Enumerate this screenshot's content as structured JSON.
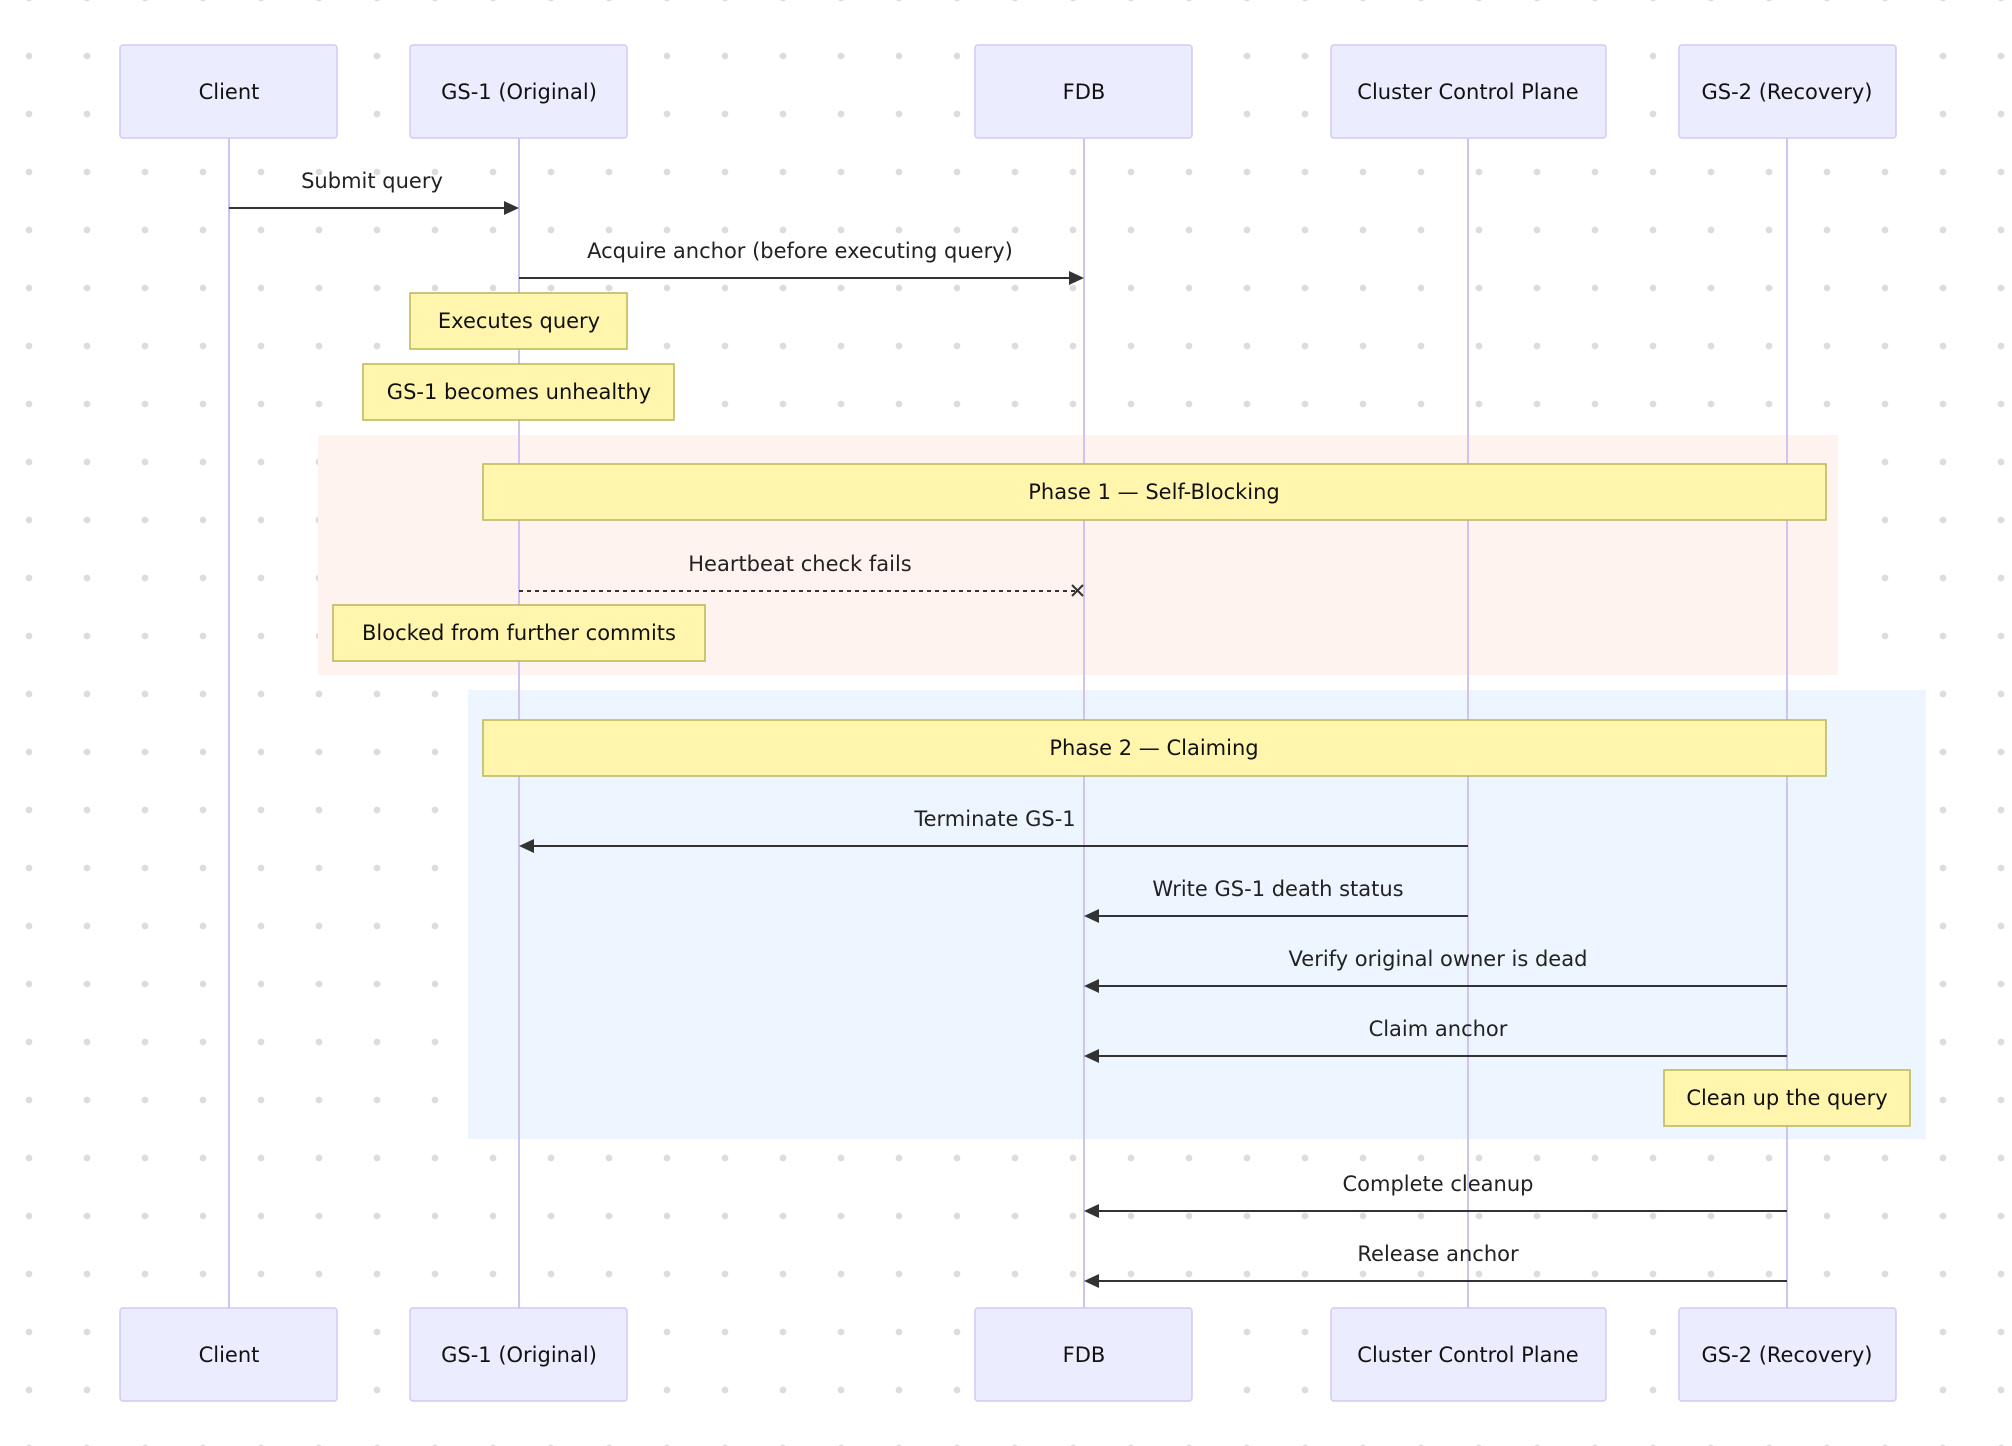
{
  "actors": [
    {
      "id": "client",
      "label": "Client"
    },
    {
      "id": "gs1",
      "label": "GS-1 (Original)"
    },
    {
      "id": "fdb",
      "label": "FDB"
    },
    {
      "id": "ccp",
      "label": "Cluster Control Plane"
    },
    {
      "id": "gs2",
      "label": "GS-2 (Recovery)"
    }
  ],
  "regions": [
    {
      "id": "phase1",
      "color": "#fff3ef",
      "title": "Phase 1 — Self-Blocking"
    },
    {
      "id": "phase2",
      "color": "#edf6fe",
      "title": "Phase 2 — Claiming"
    }
  ],
  "events": [
    {
      "kind": "message",
      "from": "client",
      "to": "gs1",
      "label": "Submit query",
      "style": "solid"
    },
    {
      "kind": "message",
      "from": "gs1",
      "to": "fdb",
      "label": "Acquire anchor (before executing query)",
      "style": "solid"
    },
    {
      "kind": "note",
      "over": "gs1",
      "label": "Executes query"
    },
    {
      "kind": "note",
      "over": "gs1",
      "label": "GS-1 becomes unhealthy"
    },
    {
      "kind": "message",
      "from": "gs1",
      "to": "fdb",
      "label": "Heartbeat check fails",
      "style": "dashed-cross"
    },
    {
      "kind": "note",
      "over": "gs1",
      "label": "Blocked from further commits"
    },
    {
      "kind": "message",
      "from": "ccp",
      "to": "gs1",
      "label": "Terminate GS-1",
      "style": "solid"
    },
    {
      "kind": "message",
      "from": "ccp",
      "to": "fdb",
      "label": "Write GS-1 death status",
      "style": "solid"
    },
    {
      "kind": "message",
      "from": "gs2",
      "to": "fdb",
      "label": "Verify original owner is dead",
      "style": "solid"
    },
    {
      "kind": "message",
      "from": "gs2",
      "to": "fdb",
      "label": "Claim anchor",
      "style": "solid"
    },
    {
      "kind": "note",
      "over": "gs2",
      "label": "Clean up the query"
    },
    {
      "kind": "message",
      "from": "gs2",
      "to": "fdb",
      "label": "Complete cleanup",
      "style": "solid"
    },
    {
      "kind": "message",
      "from": "gs2",
      "to": "fdb",
      "label": "Release anchor",
      "style": "solid"
    }
  ]
}
